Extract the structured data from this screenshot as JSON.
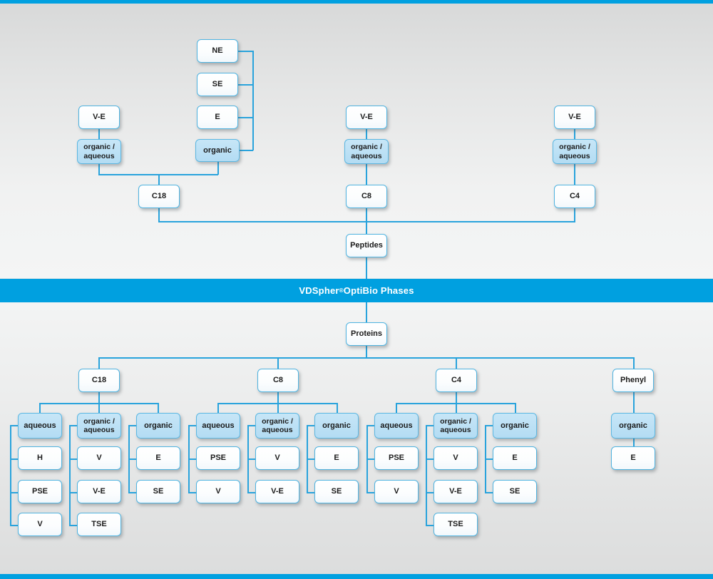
{
  "banner": {
    "brand": "VDSpher",
    "reg": "®",
    "suffix": " OptiBio Phases"
  },
  "top_section": {
    "root": "Peptides",
    "columns": [
      {
        "id": "c18",
        "sorbent": "C18",
        "modifiers": [
          {
            "label": "organic /\naqueous",
            "type": "blue",
            "children": [
              "V-E"
            ]
          },
          {
            "label": "organic",
            "type": "blue",
            "children": [
              "NE",
              "SE",
              "E"
            ]
          }
        ]
      },
      {
        "id": "c8",
        "sorbent": "C8",
        "modifiers": [
          {
            "label": "organic /\naqueous",
            "type": "blue",
            "children": [
              "V-E"
            ]
          }
        ]
      },
      {
        "id": "c4",
        "sorbent": "C4",
        "modifiers": [
          {
            "label": "organic /\naqueous",
            "type": "blue",
            "children": [
              "V-E"
            ]
          }
        ]
      }
    ]
  },
  "bottom_section": {
    "root": "Proteins",
    "columns": [
      {
        "id": "c18",
        "sorbent": "C18",
        "groups": [
          {
            "label": "aqueous",
            "items": [
              "H",
              "PSE",
              "V"
            ]
          },
          {
            "label": "organic /\naqueous",
            "items": [
              "V",
              "V-E",
              "TSE"
            ]
          },
          {
            "label": "organic",
            "items": [
              "E",
              "SE"
            ]
          }
        ]
      },
      {
        "id": "c8",
        "sorbent": "C8",
        "groups": [
          {
            "label": "aqueous",
            "items": [
              "PSE",
              "V"
            ]
          },
          {
            "label": "organic /\naqueous",
            "items": [
              "V",
              "V-E"
            ]
          },
          {
            "label": "organic",
            "items": [
              "E",
              "SE"
            ]
          }
        ]
      },
      {
        "id": "c4",
        "sorbent": "C4",
        "groups": [
          {
            "label": "aqueous",
            "items": [
              "PSE",
              "V"
            ]
          },
          {
            "label": "organic /\naqueous",
            "items": [
              "V",
              "V-E",
              "TSE"
            ]
          },
          {
            "label": "organic",
            "items": [
              "E",
              "SE"
            ]
          }
        ]
      },
      {
        "id": "phenyl",
        "sorbent": "Phenyl",
        "groups": [
          {
            "label": "organic",
            "items": [
              "E"
            ]
          }
        ]
      }
    ]
  },
  "colors": {
    "accent": "#00a0e0",
    "line": "#29a3dc",
    "node_border": "#4fb3e0",
    "node_blue_fill": "#bfe2f5",
    "node_white_fill": "#ffffff",
    "banner_text": "#ffffff"
  },
  "nodes": {
    "t_c18_ve": "V-E",
    "t_c18_oa": "organic /\naqueous",
    "t_c18_org": "organic",
    "t_ne": "NE",
    "t_se": "SE",
    "t_e": "E",
    "t_c18": "C18",
    "t_c8_ve": "V-E",
    "t_c8_oa": "organic /\naqueous",
    "t_c8": "C8",
    "t_c4_ve": "V-E",
    "t_c4_oa": "organic /\naqueous",
    "t_c4": "C4",
    "peptides": "Peptides",
    "proteins": "Proteins",
    "b_c18": "C18",
    "b_c8": "C8",
    "b_c4": "C4",
    "b_phenyl": "Phenyl",
    "b_c18_aq": "aqueous",
    "b_c18_aq_1": "H",
    "b_c18_aq_2": "PSE",
    "b_c18_aq_3": "V",
    "b_c18_oa": "organic /\naqueous",
    "b_c18_oa_1": "V",
    "b_c18_oa_2": "V-E",
    "b_c18_oa_3": "TSE",
    "b_c18_org": "organic",
    "b_c18_org_1": "E",
    "b_c18_org_2": "SE",
    "b_c8_aq": "aqueous",
    "b_c8_aq_1": "PSE",
    "b_c8_aq_2": "V",
    "b_c8_oa": "organic /\naqueous",
    "b_c8_oa_1": "V",
    "b_c8_oa_2": "V-E",
    "b_c8_org": "organic",
    "b_c8_org_1": "E",
    "b_c8_org_2": "SE",
    "b_c4_aq": "aqueous",
    "b_c4_aq_1": "PSE",
    "b_c4_aq_2": "V",
    "b_c4_oa": "organic /\naqueous",
    "b_c4_oa_1": "V",
    "b_c4_oa_2": "V-E",
    "b_c4_oa_3": "TSE",
    "b_c4_org": "organic",
    "b_c4_org_1": "E",
    "b_c4_org_2": "SE",
    "b_ph_org": "organic",
    "b_ph_org_1": "E"
  }
}
